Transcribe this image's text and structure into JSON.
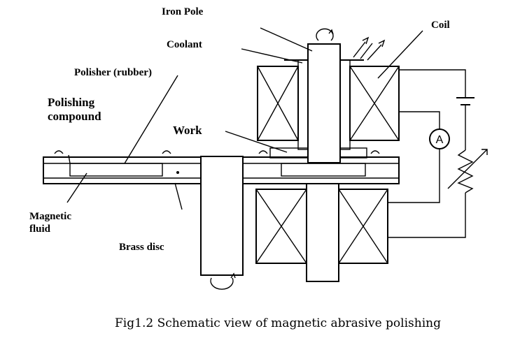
{
  "labels": {
    "iron_pole": "Iron Pole",
    "coolant": "Coolant",
    "coil": "Coil",
    "polisher": "Polisher (rubber)",
    "polishing_compound_line1": "Polishing",
    "polishing_compound_line2": "compound",
    "work": "Work",
    "magnetic_fluid_line1": "Magnetic",
    "magnetic_fluid_line2": "fluid",
    "brass_disc": "Brass disc",
    "ammeter": "A"
  },
  "caption": "Fig1.2 Schematic view of magnetic abrasive polishing",
  "colors": {
    "ink": "#000000",
    "background": "#ffffff"
  }
}
